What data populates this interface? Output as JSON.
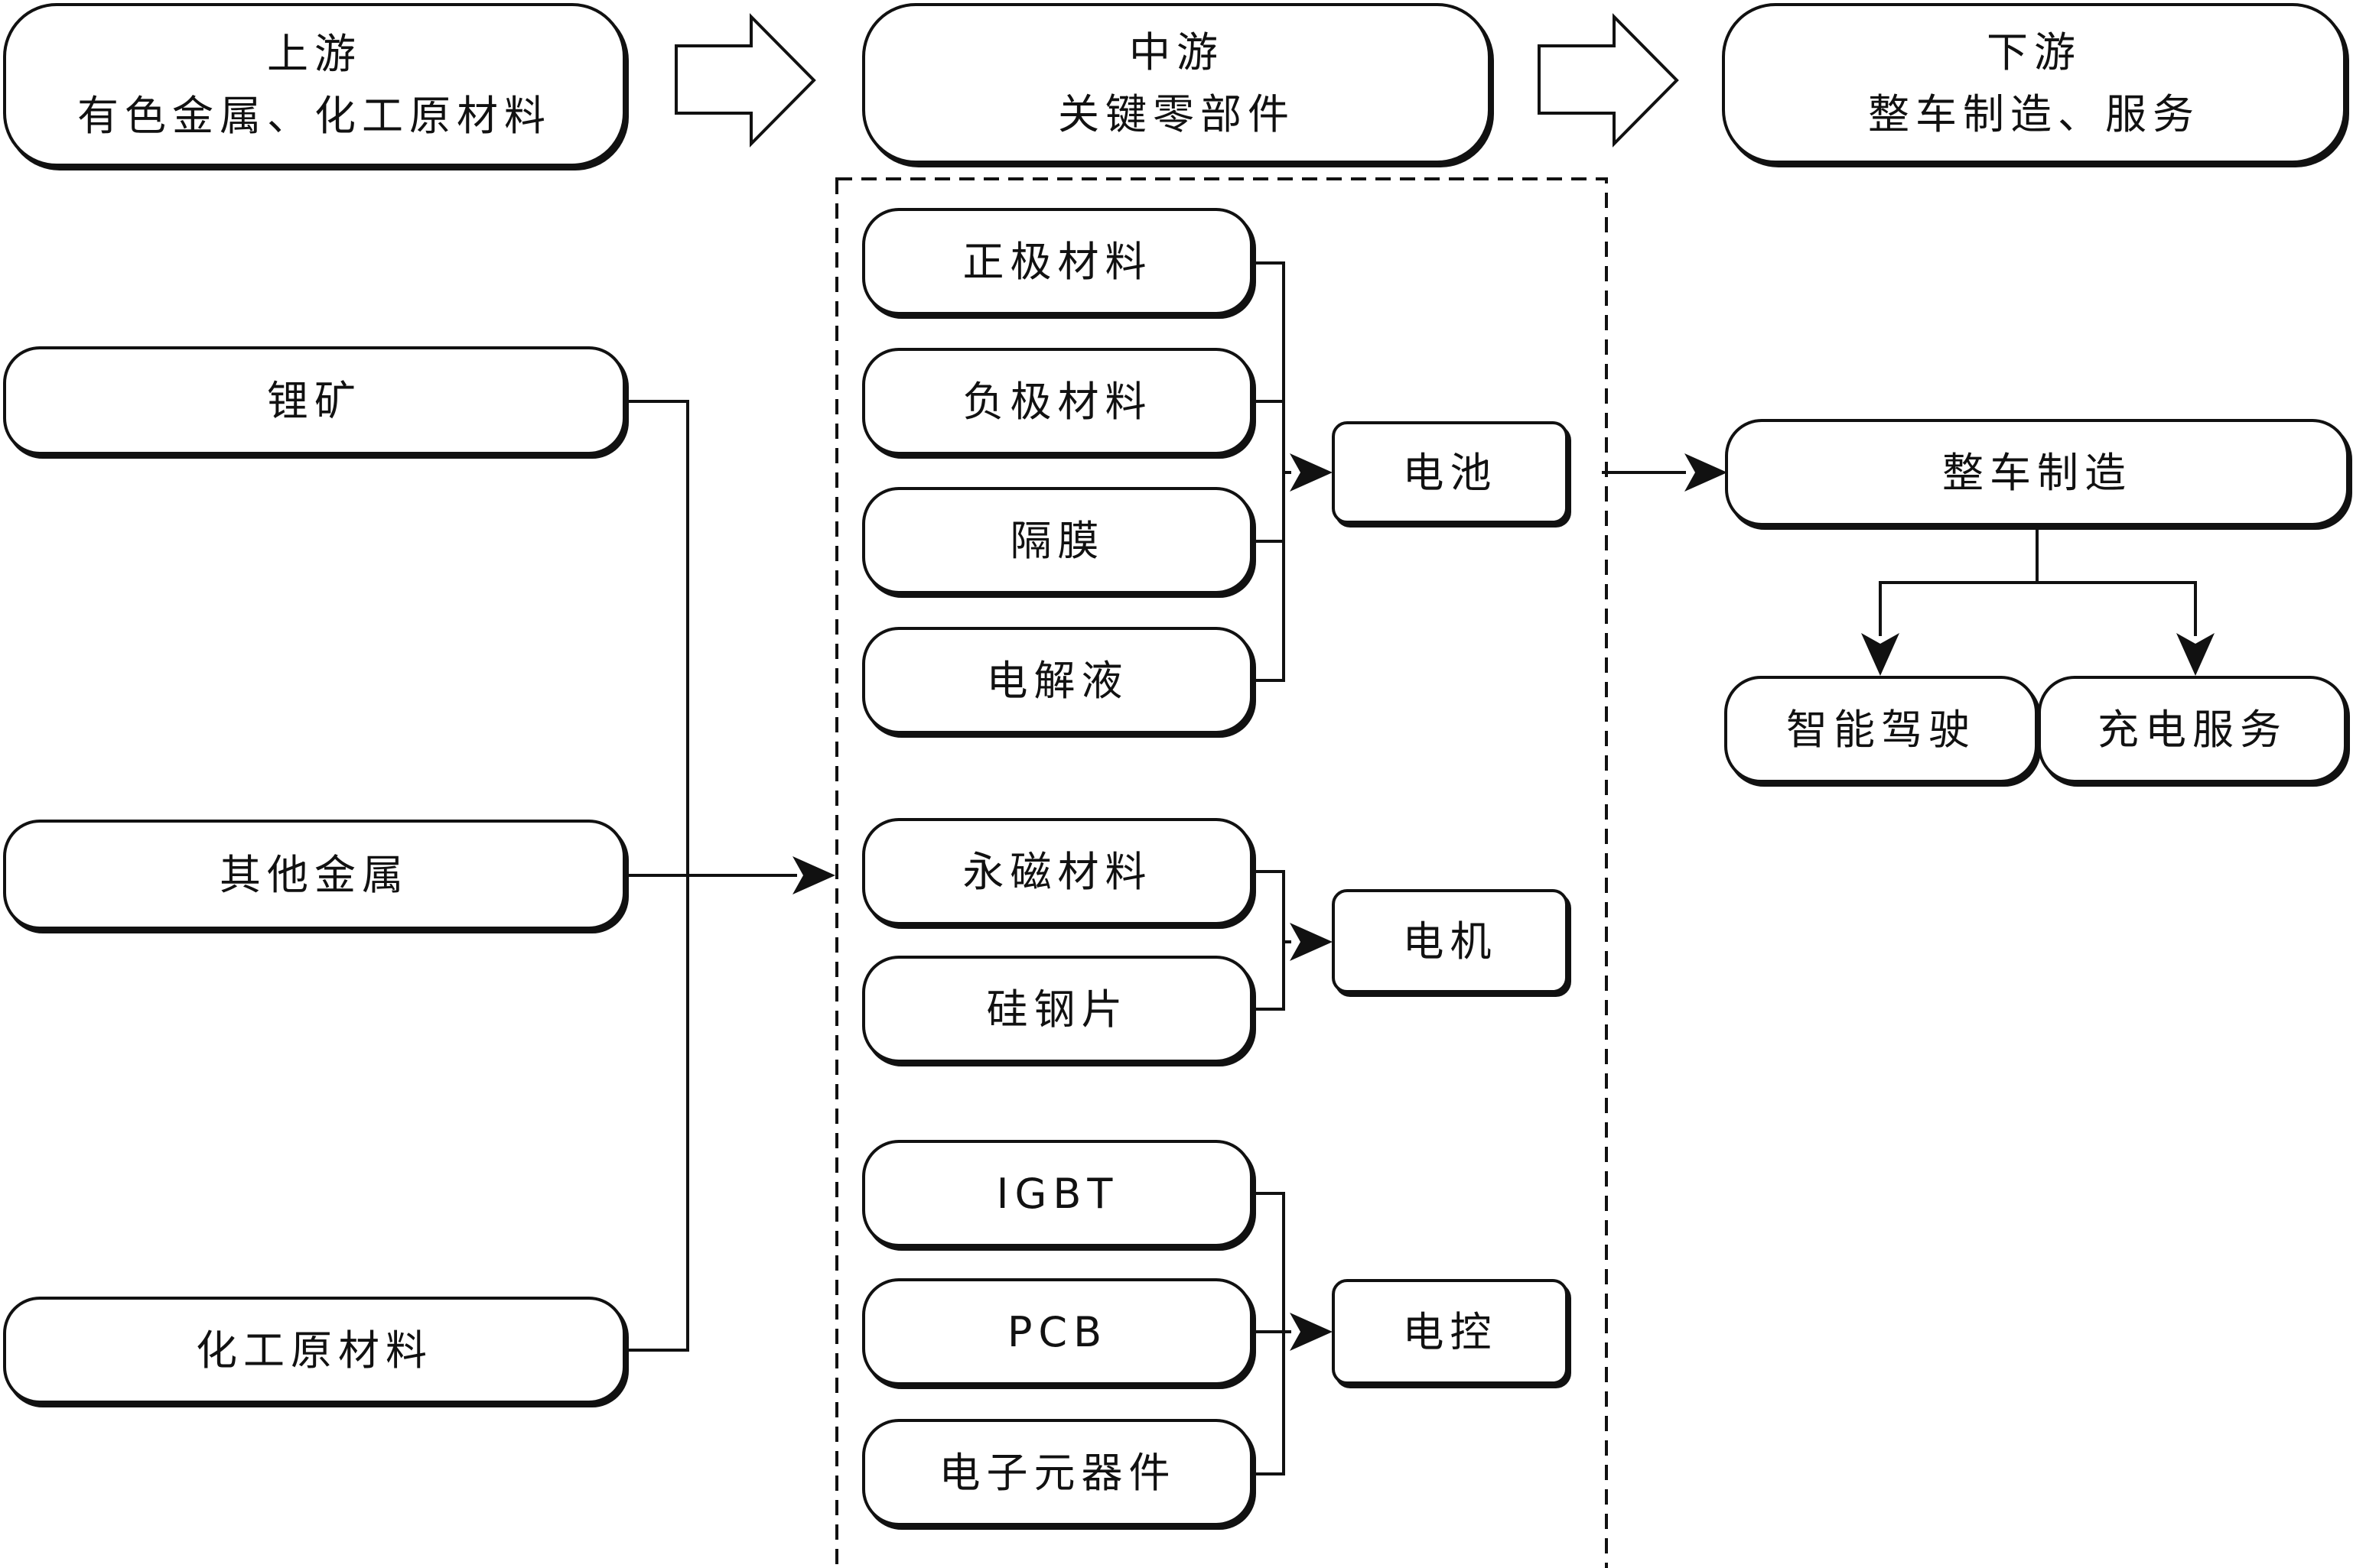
{
  "stages": {
    "upstream": {
      "title": "上游",
      "subtitle": "有色金属、化工原材料"
    },
    "midstream": {
      "title": "中游",
      "subtitle": "关键零部件"
    },
    "downstream": {
      "title": "下游",
      "subtitle": "整车制造、服务"
    }
  },
  "raw_materials": [
    "锂矿",
    "其他金属",
    "化工原材料"
  ],
  "components": {
    "battery": {
      "label": "电池",
      "parts": [
        "正极材料",
        "负极材料",
        "隔膜",
        "电解液"
      ]
    },
    "motor": {
      "label": "电机",
      "parts": [
        "永磁材料",
        "硅钢片"
      ]
    },
    "controller": {
      "label": "电控",
      "parts": [
        "IGBT",
        "PCB",
        "电子元器件"
      ]
    }
  },
  "vehicle": {
    "label": "整车制造",
    "services": [
      "智能驾驶",
      "充电服务"
    ]
  }
}
